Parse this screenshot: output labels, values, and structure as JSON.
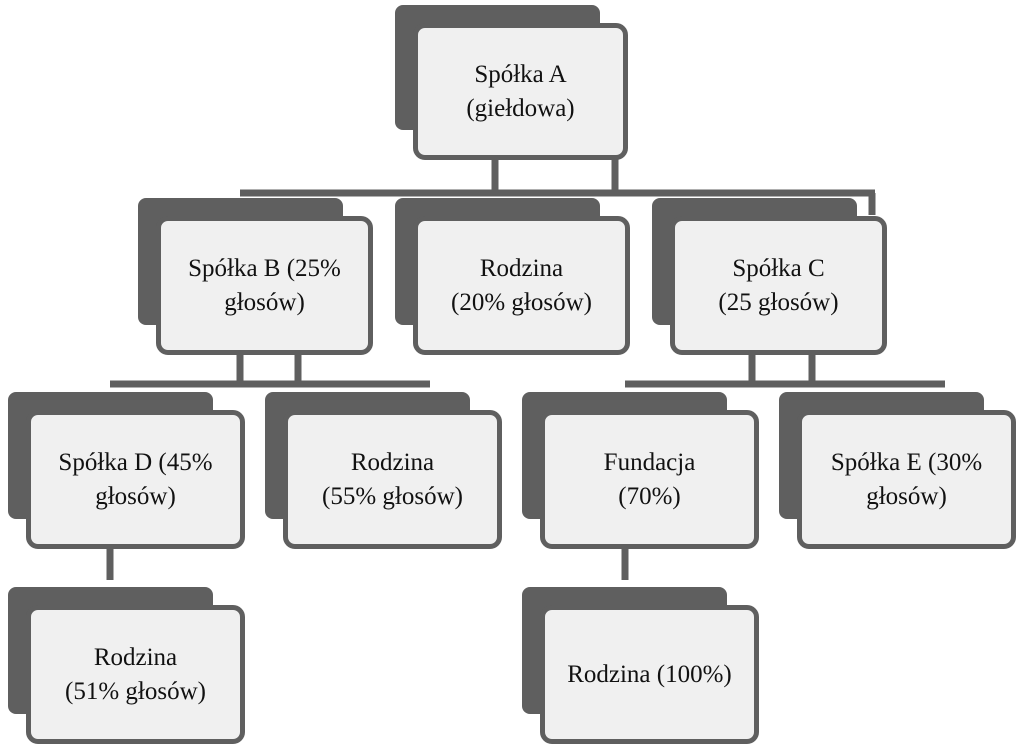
{
  "nodes": {
    "spolka_a": {
      "line1": "Spółka A",
      "line2": "(giełdowa)"
    },
    "spolka_b": {
      "line1": "Spółka B (25%",
      "line2": "głosów)"
    },
    "rodzina_20": {
      "line1": "Rodzina",
      "line2": "(20% głosów)"
    },
    "spolka_c": {
      "line1": "Spółka C",
      "line2": "(25 głosów)"
    },
    "spolka_d": {
      "line1": "Spółka D (45%",
      "line2": "głosów)"
    },
    "rodzina_55": {
      "line1": "Rodzina",
      "line2": "(55% głosów)"
    },
    "fundacja": {
      "line1": "Fundacja",
      "line2": "(70%)"
    },
    "spolka_e": {
      "line1": "Spółka E (30%",
      "line2": "głosów)"
    },
    "rodzina_51": {
      "line1": "Rodzina",
      "line2": "(51% głosów)"
    },
    "rodzina_100": {
      "line1": "Rodzina (100%)"
    }
  },
  "colors": {
    "shadow": "#5f5f5f",
    "card_fill": "#f0f0f0",
    "card_border": "#5f5f5f",
    "connector": "#5f5f5f",
    "text": "#111111"
  }
}
